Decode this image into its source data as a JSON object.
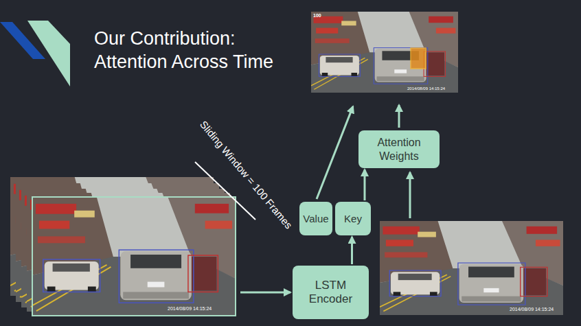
{
  "diagram": {
    "title": "Our Contribution: Attention Across Time",
    "nodes": [
      {
        "text": [
          "Attention Weights"
        ]
      },
      {
        "text": [
          "Value"
        ]
      },
      {
        "text": [
          "Key"
        ]
      },
      {
        "text": [
          "LSTM Encoder"
        ]
      }
    ],
    "edges": [
      {
        "from": 3,
        "to": 2,
        "arrow": "to"
      },
      {
        "from": 2,
        "to": 0,
        "arrow": "to"
      }
    ],
    "labels": [
      "100",
      "2014/08/09 14:15:24",
      "Sliding Window = 100 Frames",
      "2014/08/09 14:15:24",
      "2014/08/09 14:15:24"
    ]
  }
}
